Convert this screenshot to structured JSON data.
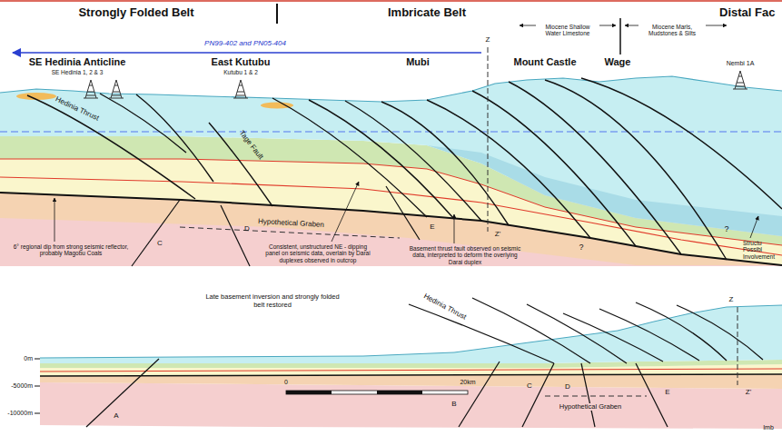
{
  "diagram": {
    "labels": [
      "Strongly Folded Belt",
      "Imbricate Belt",
      "Distal Fac",
      "PN99-402 and PN05-404",
      "Miocene Shallow Water Limestone",
      "Miocene Marls, Mudstones & Silts",
      "SE Hedinia Anticline",
      "SE Hedinia 1, 2 & 3",
      "East Kutubu",
      "Kutubu 1 & 2",
      "Mubi",
      "Mount Castle",
      "Wage",
      "Nembi 1A",
      "Z",
      "Hedinia Thrust",
      "Tage Fault",
      "Hypothetical Graben",
      "C",
      "D",
      "E",
      "Z'",
      "?",
      "?",
      "6° regional dip from strong seismic reflector, probably Magobu Coals",
      "Consistent, unstructured NE - dipping panel on seismic data, overlain by Darai duplexes observed in outcrop",
      "Basement thrust fault observed on seismic data, interpreted to deform the overlying Darai duplex",
      "Structu Possibl Involvement",
      "Late basement inversion and strongly folded belt restored",
      "0m",
      "-5000m",
      "-10000m",
      "0",
      "20km",
      "A",
      "B",
      "Hedinia Thrust",
      "C",
      "D",
      "E",
      "Hypothetical Graben",
      "Z",
      "Z'",
      "Imb"
    ]
  }
}
